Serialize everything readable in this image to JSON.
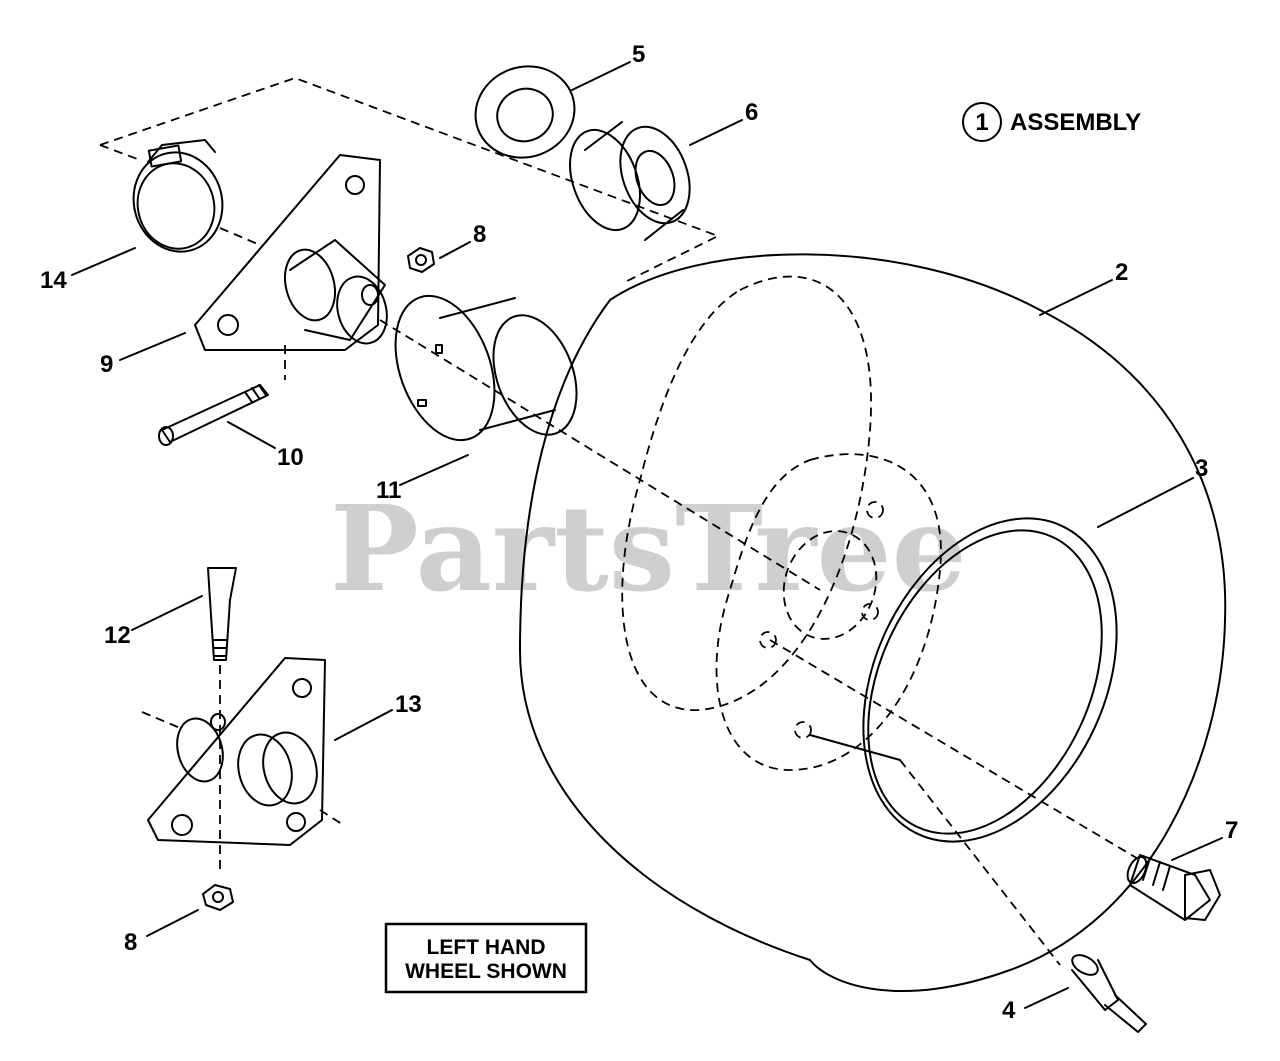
{
  "watermark": "PartsTree",
  "assembly": {
    "number": "1",
    "label": "ASSEMBLY"
  },
  "note": {
    "line1": "LEFT HAND",
    "line2": "WHEEL SHOWN"
  },
  "callouts": {
    "p2": "2",
    "p3": "3",
    "p4": "4",
    "p5": "5",
    "p6": "6",
    "p7": "7",
    "p8a": "8",
    "p8b": "8",
    "p9": "9",
    "p10": "10",
    "p11": "11",
    "p12": "12",
    "p13": "13",
    "p14": "14"
  }
}
